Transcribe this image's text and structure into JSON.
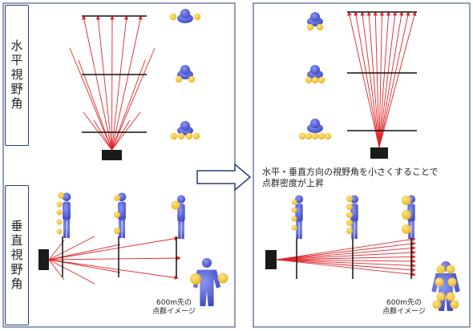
{
  "labels": {
    "horizontal_fov": "水平視野角",
    "vertical_fov": "垂直視野角"
  },
  "caption_left": {
    "line1": "600m先の",
    "line2": "点群イメージ"
  },
  "caption_right": {
    "line1": "600m先の",
    "line2": "点群イメージ"
  },
  "center_note": {
    "line1": "水平・垂直方向の視野角を小さくすることで",
    "line2": "点群密度が上昇"
  },
  "colors": {
    "ray": "#e0262b",
    "person": "#4b5ad8",
    "point": "#f2c233",
    "border": "#2a3d7a",
    "sensor": "#1a1a1a"
  },
  "icons": [
    "lidar-sensor-icon",
    "person-icon",
    "point-dot-icon",
    "arrow-right-icon"
  ]
}
